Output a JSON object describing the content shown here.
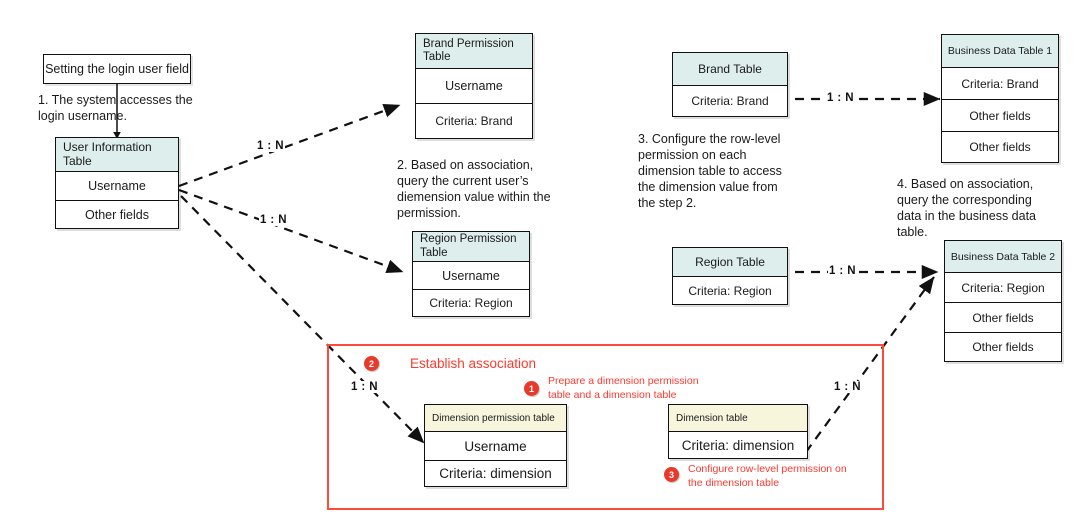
{
  "diagram": {
    "title_box": {
      "label": "Setting the login user field"
    },
    "steps": {
      "step1": "1. The system accesses the\nlogin username.",
      "step2": "2. Based on association,\nquery the current user’s\ndiemension value within the\npermission.",
      "step3": "3. Configure the row-level\npermission on each\ndimension table to access\nthe dimension value from\nthe step 2.",
      "step4": "4. Based on association,\nquery the corresponding\ndata in the business data\ntable."
    },
    "tables": {
      "user_information": {
        "header": "User Information\nTable",
        "rows": [
          "Username",
          "Other fields"
        ]
      },
      "brand_permission": {
        "header": "Brand Permission\nTable",
        "rows": [
          "Username",
          "Criteria: Brand"
        ]
      },
      "region_permission": {
        "header": "Region Permission\nTable",
        "rows": [
          "Username",
          "Criteria: Region"
        ]
      },
      "brand_table": {
        "header": "Brand Table",
        "rows": [
          "Criteria: Brand"
        ]
      },
      "region_table": {
        "header": "Region Table",
        "rows": [
          "Criteria: Region"
        ]
      },
      "business_data_1": {
        "header": "Business Data Table 1",
        "rows": [
          "Criteria: Brand",
          "Other fields",
          "Other fields"
        ]
      },
      "business_data_2": {
        "header": "Business Data Table 2",
        "rows": [
          "Criteria: Region",
          "Other fields",
          "Other fields"
        ]
      },
      "dimension_permission": {
        "header": "Dimension permission table",
        "rows": [
          "Username",
          "Criteria: dimension"
        ]
      },
      "dimension": {
        "header": "Dimension table",
        "rows": [
          "Criteria: dimension"
        ]
      }
    },
    "group": {
      "title": "Establish association",
      "callouts": [
        {
          "number": "1",
          "text": "Prepare a dimension permission\ntable and a dimension table"
        },
        {
          "number": "2",
          "text": ""
        },
        {
          "number": "3",
          "text": "Configure row-level permission on\nthe dimension table"
        }
      ]
    },
    "cardinality": {
      "user_to_brand_perm": "1 : N",
      "user_to_region_perm": "1 : N",
      "user_to_dim_perm": "1 : N",
      "brand_to_business1": "1 : N",
      "region_to_business2": "1 : N",
      "dim_to_business2": "1 : N"
    },
    "colors": {
      "header_cyan": "#ddeeec",
      "header_yellow": "#f7f5dc",
      "accent_red": "#fb4b3c",
      "badge_red": "#e8392b",
      "line_black": "#111111"
    }
  }
}
